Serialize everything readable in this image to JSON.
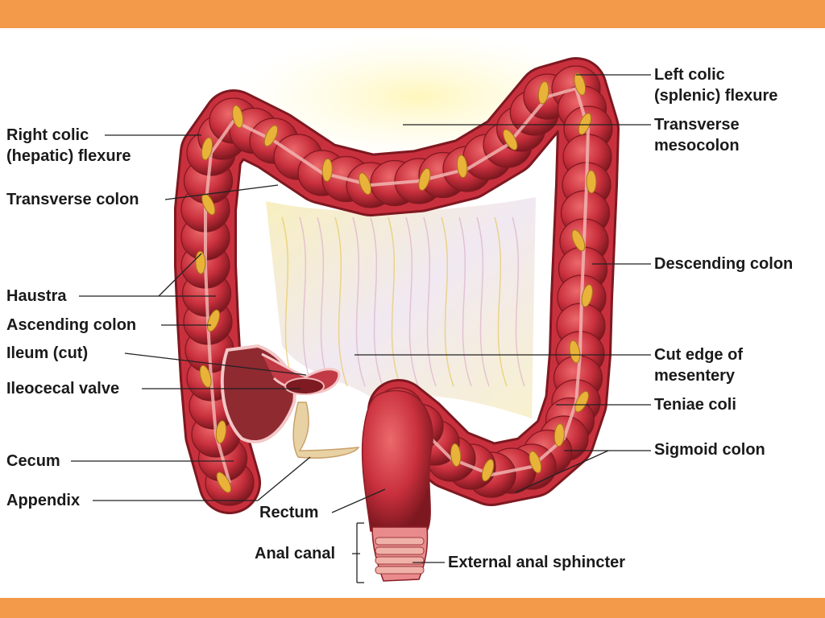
{
  "theme": {
    "band_color": "#f39a4a",
    "colon_fill": "#c9303d",
    "colon_light": "#ec6a6c",
    "colon_dark": "#7e1820",
    "fat_color": "#e9b33a",
    "mesentery_color": "#f6e8a6",
    "line_color": "#222222"
  },
  "labels": {
    "right_colic_flexure": "Right colic\n(hepatic) flexure",
    "transverse_colon": "Transverse colon",
    "haustra": "Haustra",
    "ascending_colon": "Ascending colon",
    "ileum_cut": "Ileum (cut)",
    "ileocecal_valve": "Ileocecal valve",
    "cecum": "Cecum",
    "appendix": "Appendix",
    "rectum": "Rectum",
    "anal_canal": "Anal canal",
    "external_anal_sphincter": "External anal sphincter",
    "left_colic_flexure": "Left colic\n(splenic) flexure",
    "transverse_mesocolon": "Transverse\nmesocolon",
    "descending_colon": "Descending colon",
    "cut_edge_of_mesentery": "Cut edge of\nmesentery",
    "teniae_coli": "Teniae coli",
    "sigmoid_colon": "Sigmoid colon"
  }
}
